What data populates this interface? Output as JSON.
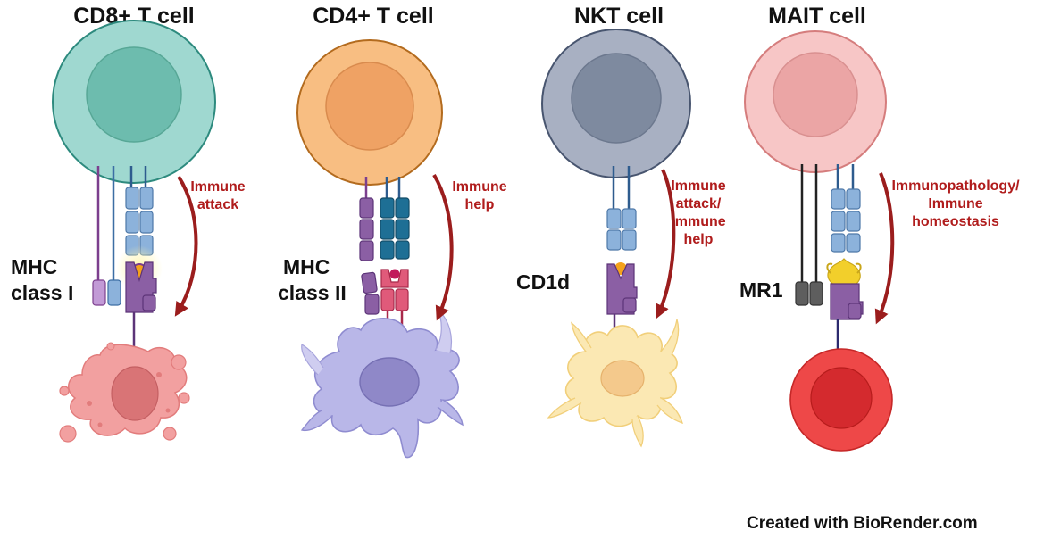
{
  "panels": [
    {
      "title": "CD8+ T cell",
      "molecule_label": [
        "MHC",
        "class I"
      ],
      "function_label": [
        "Immune",
        "attack"
      ]
    },
    {
      "title": "CD4+ T cell",
      "molecule_label": [
        "MHC",
        "class II"
      ],
      "function_label": [
        "Immune",
        "help"
      ]
    },
    {
      "title": "NKT cell",
      "molecule_label": [
        "CD1d"
      ],
      "function_label": [
        "Immune",
        "attack/",
        "Immune",
        "help"
      ]
    },
    {
      "title": "MAIT cell",
      "molecule_label": [
        "MR1"
      ],
      "function_label": [
        "Immunopathology/",
        "Immune",
        "homeostasis"
      ]
    }
  ],
  "credit": "Created with BioRender.com",
  "colors": {
    "function_text": "#b01c1c",
    "arrow": "#9b1d1d",
    "cd8_cell": "#9fd8d0",
    "cd4_cell": "#f8be82",
    "nkt_cell": "#a8b0c2",
    "mait_cell": "#f7c6c6",
    "tumor_cell": "#f2a0a0",
    "dendritic_cell_cd4": "#b9b7e8",
    "dendritic_cell_nkt": "#fbe8b3",
    "red_blood_cell": "#ee4848"
  }
}
